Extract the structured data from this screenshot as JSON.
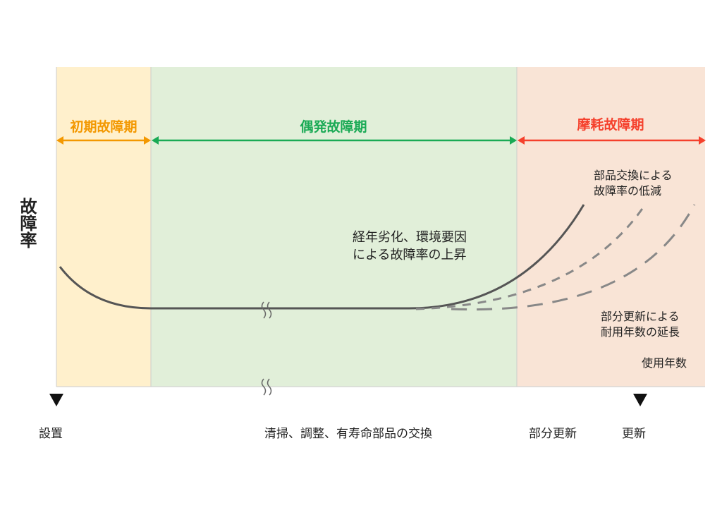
{
  "y_axis_label": "故障率",
  "phases": [
    {
      "label": "初期故障期",
      "color": "#f39800",
      "bg": "#fff0cc"
    },
    {
      "label": "偶発故障期",
      "color": "#1aaa55",
      "bg": "#e1efd9"
    },
    {
      "label": "摩耗故障期",
      "color": "#f5402c",
      "bg": "#f9e4d6"
    }
  ],
  "annotations": {
    "rise_line1": "経年劣化、環境要因",
    "rise_line2": "による故障率の上昇",
    "replace_line1": "部品交換による",
    "replace_line2": "故障率の低減",
    "renew_line1": "部分更新による",
    "renew_line2": "耐用年数の延長",
    "x_axis_label": "使用年数"
  },
  "bottom_labels": {
    "install": "設置",
    "maintenance": "清掃、調整、有寿命部品の交換",
    "partial_renewal": "部分更新",
    "renewal": "更新"
  }
}
